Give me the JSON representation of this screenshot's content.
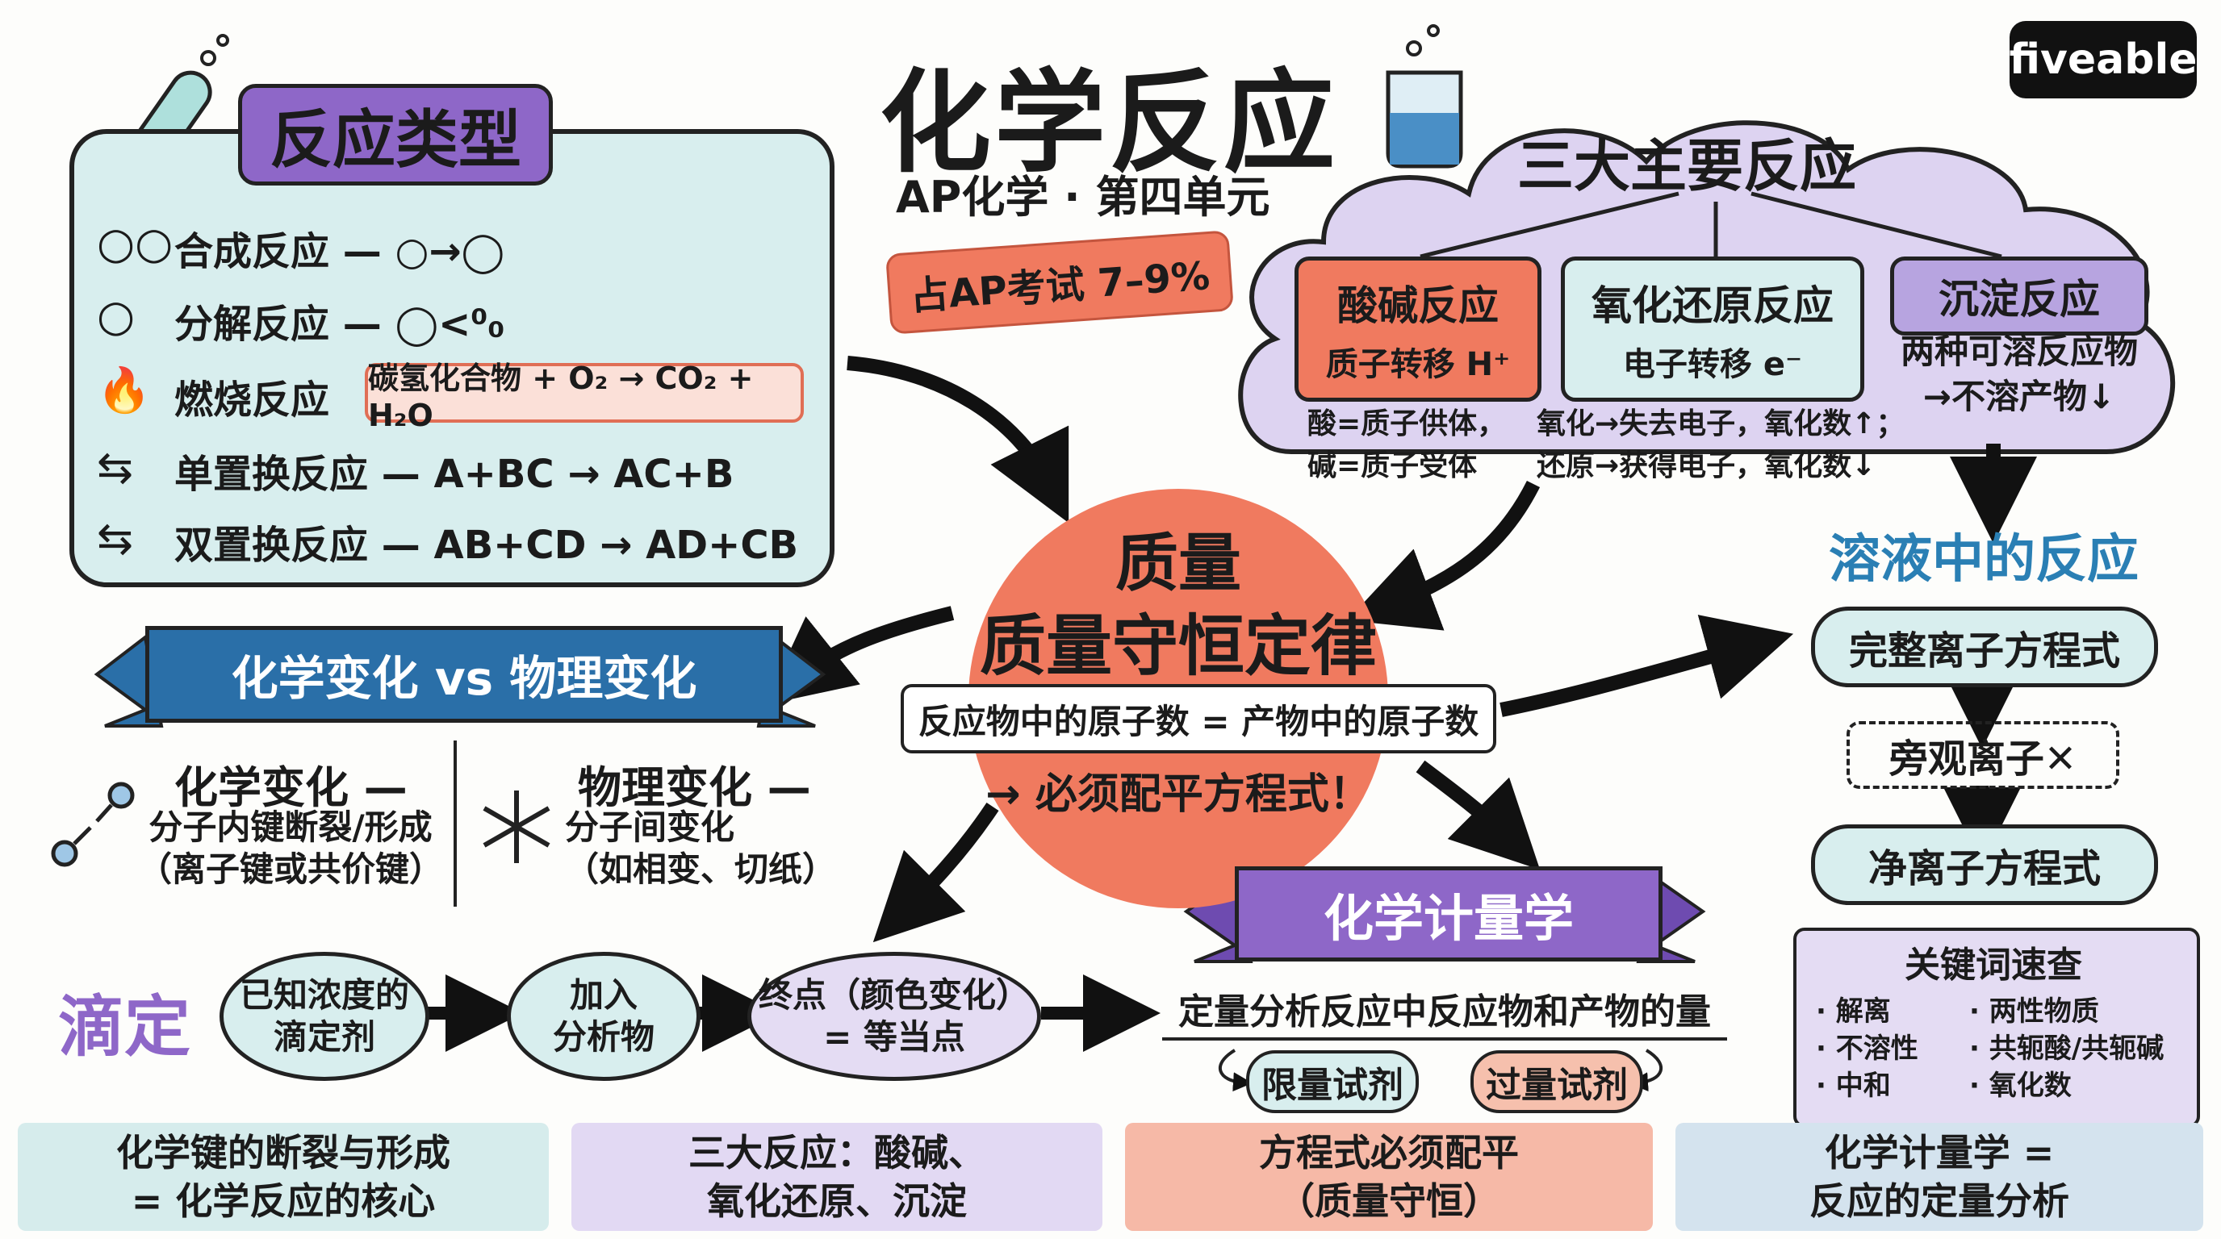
{
  "title": "化学反应",
  "subtitle": "AP化学 · 第四单元",
  "exam_weight": "占AP考试 7–9%",
  "logo": "fiveable",
  "reaction_types": {
    "label": "反应类型",
    "synthesis": {
      "name": "合成反应",
      "dash": "—"
    },
    "decomposition": {
      "name": "分解反应",
      "dash": "—"
    },
    "combustion": {
      "name": "燃烧反应",
      "equation": "碳氢化合物 + O₂ → CO₂ + H₂O"
    },
    "single_replacement": {
      "name": "单置换反应",
      "formula": "— A+BC  → AC+B"
    },
    "double_replacement": {
      "name": "双置换反应",
      "formula": "— AB+CD → AD+CB"
    }
  },
  "three_main": {
    "title": "三大主要反应",
    "acid_base": {
      "name": "酸碱反应",
      "sub": "质子转移 H⁺",
      "notes": [
        "酸=质子供体，",
        "碱=质子受体"
      ]
    },
    "redox": {
      "name": "氧化还原反应",
      "sub": "电子转移 e⁻",
      "notes": [
        "氧化→失去电子，氧化数↑；",
        "还原→获得电子，氧化数↓"
      ]
    },
    "precipitation": {
      "name": "沉淀反应",
      "notes": [
        "两种可溶反应物",
        "→不溶产物↓"
      ]
    }
  },
  "center": {
    "mass": "质量",
    "law": "质量守恒定律",
    "atoms": "反应物中的原子数 = 产物中的原子数",
    "balance": "→ 必须配平方程式！"
  },
  "solution": {
    "title": "溶液中的反应",
    "complete": "完整离子方程式",
    "spectator": "旁观离子✕",
    "net": "净离子方程式"
  },
  "keywords": {
    "title": "关键词速查",
    "items": [
      "· 解离",
      "· 两性物质",
      "· 不溶性",
      "· 共轭酸/共轭碱",
      "· 中和",
      "· 氧化数"
    ]
  },
  "chem_vs_phys": {
    "banner": "化学变化 vs 物理变化",
    "chem_title": "化学变化 —",
    "chem_lines": [
      "分子内键断裂/形成",
      "（离子键或共价键）"
    ],
    "phys_title": "物理变化 —",
    "phys_lines": [
      "分子间变化",
      "（如相变、切纸）"
    ]
  },
  "titration": {
    "label": "滴定",
    "step1": [
      "已知浓度的",
      "滴定剂"
    ],
    "step2": [
      "加入",
      "分析物"
    ],
    "step3": [
      "终点（颜色变化）",
      "= 等当点"
    ]
  },
  "stoichiometry": {
    "banner": "化学计量学",
    "description": "定量分析反应中反应物和产物的量",
    "limiting": "限量试剂",
    "excess": "过量试剂"
  },
  "summary": [
    {
      "line1": "化学键的断裂与形成",
      "line2": "= 化学反应的核心",
      "color": "#d6ecec"
    },
    {
      "line1": "三大反应：酸碱、",
      "line2": "氧化还原、沉淀",
      "color": "#e2d9f3"
    },
    {
      "line1": "方程式必须配平",
      "line2": "（质量守恒）",
      "color": "#f6b9a7"
    },
    {
      "line1": "化学计量学 =",
      "line2": "反应的定量分析",
      "color": "#d4e3ee"
    }
  ],
  "colors": {
    "coral": "#f07a5f",
    "purple": "#8e67c8",
    "teal_bg": "#d8eeee",
    "blue": "#2a6fa8",
    "lavender": "#e4dcf3"
  }
}
